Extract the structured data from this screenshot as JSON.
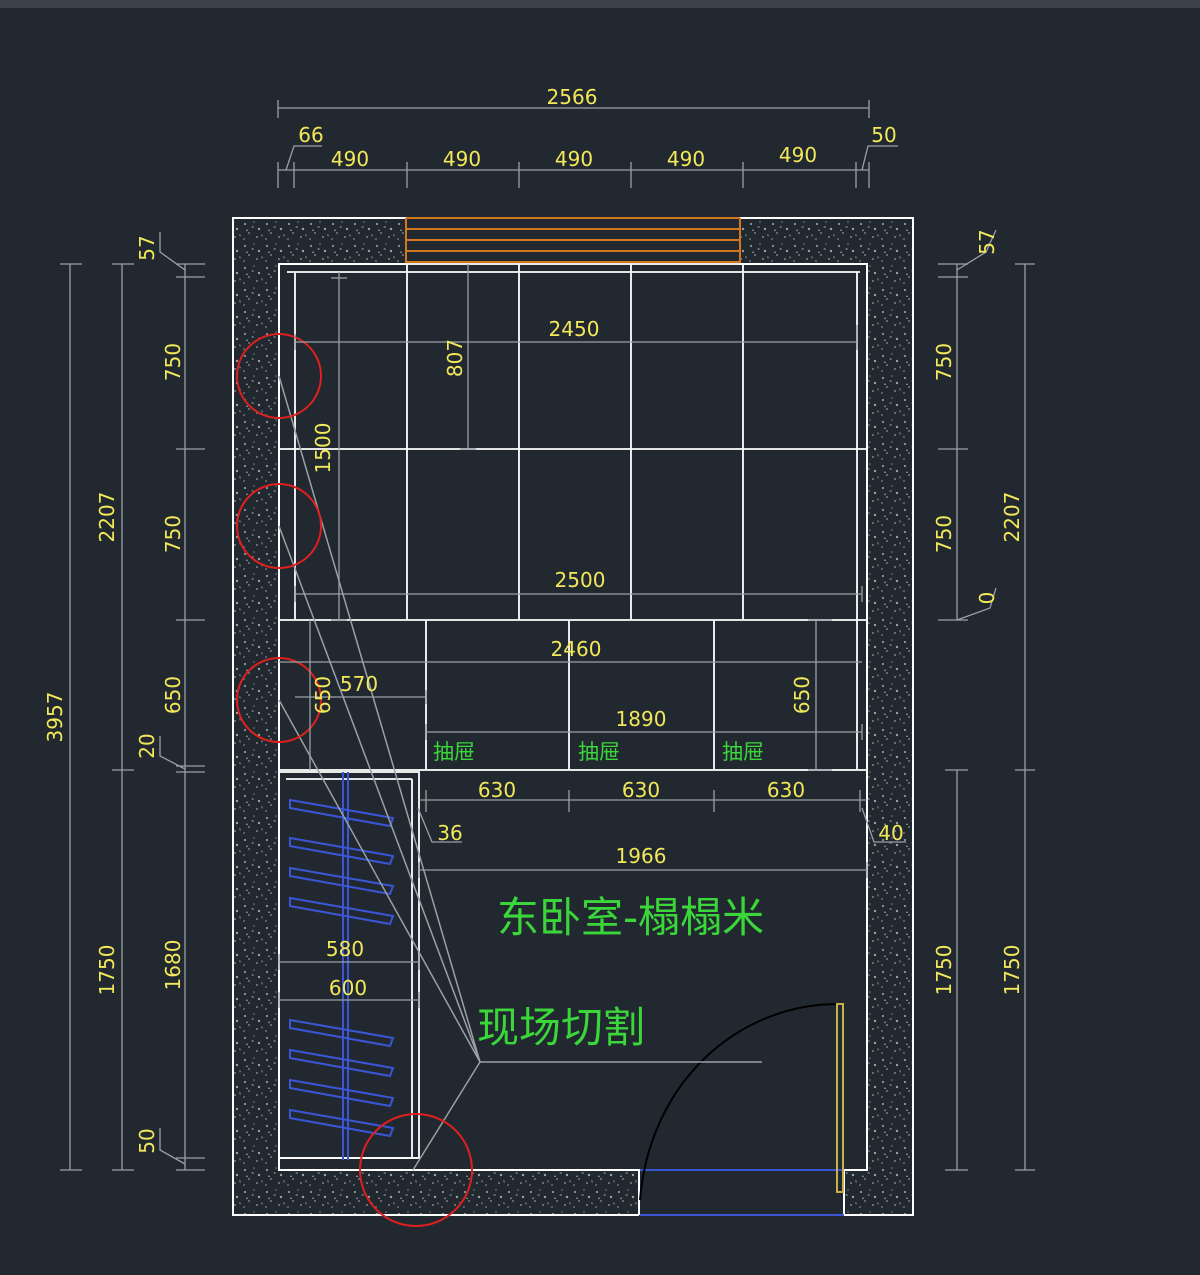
{
  "colors": {
    "background": "#212830",
    "dimension_text": "#f2e85a",
    "dimension_line": "#9aa0a6",
    "outline": "#ffffff",
    "label_text": "#3ad63a",
    "highlight_circle": "#e0201e",
    "window": "#d2781e",
    "hanger": "#3a56d6",
    "door_frame": "#c8b04a"
  },
  "labels": {
    "room_name": "东卧室-榻榻米",
    "field_cut": "现场切割",
    "drawer": "抽屉"
  },
  "dimensions": {
    "top": {
      "overall": "2566",
      "left_offset": "66",
      "right_offset": "50",
      "modules": [
        "490",
        "490",
        "490",
        "490",
        "490"
      ]
    },
    "left": {
      "overall": "3957",
      "upper": "2207",
      "lower": "1750",
      "top_gap": "57",
      "row_1": "750",
      "row_2": "750",
      "row_3": "650",
      "gap": "20",
      "wardrobe": "1680",
      "bottom_gap": "50"
    },
    "right": {
      "top_gap": "57",
      "row_1": "750",
      "row_2": "750",
      "zero": "0",
      "upper": "2207",
      "lower_inner": "1750",
      "lower_outer": "1750"
    },
    "interior": {
      "width_2450": "2450",
      "height_807": "807",
      "height_1500": "1500",
      "width_2500": "2500",
      "width_2460": "2460",
      "width_570": "570",
      "height_650_left": "650",
      "width_1890": "1890",
      "height_650_right": "650",
      "drawer_widths": [
        "630",
        "630",
        "630"
      ],
      "gap_36": "36",
      "gap_40": "40",
      "width_1966": "1966",
      "width_580": "580",
      "width_600": "600"
    }
  }
}
